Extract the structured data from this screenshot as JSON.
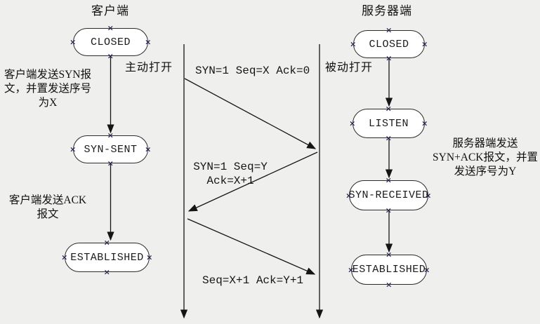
{
  "glyphs": {
    "connection_point": "×"
  },
  "client": {
    "title": "客户端",
    "states": [
      {
        "label": "CLOSED"
      },
      {
        "label": "SYN-SENT"
      },
      {
        "label": "ESTABLISHED"
      }
    ],
    "open_note": "主动打开",
    "syn_note": "客户端发送SYN报\n文，并置发送序号\n为X",
    "ack_note": "客户端发送ACK\n报文"
  },
  "server": {
    "title": "服务器端",
    "states": [
      {
        "label": "CLOSED"
      },
      {
        "label": "LISTEN"
      },
      {
        "label": "SYN-RECEIVED"
      },
      {
        "label": "ESTABLISHED"
      }
    ],
    "open_note": "被动打开",
    "synack_note": "服务器端发送\nSYN+ACK报文，并置\n发送序号为Y"
  },
  "messages": [
    {
      "label": "SYN=1 Seq=X Ack=0"
    },
    {
      "label": "SYN=1 Seq=Y\nAck=X+1"
    },
    {
      "label": "Seq=X+1 Ack=Y+1"
    }
  ],
  "colors": {
    "background": "#efefee",
    "node_fill": "#ffffff",
    "stroke": "#151515",
    "handle": "#26264d"
  }
}
